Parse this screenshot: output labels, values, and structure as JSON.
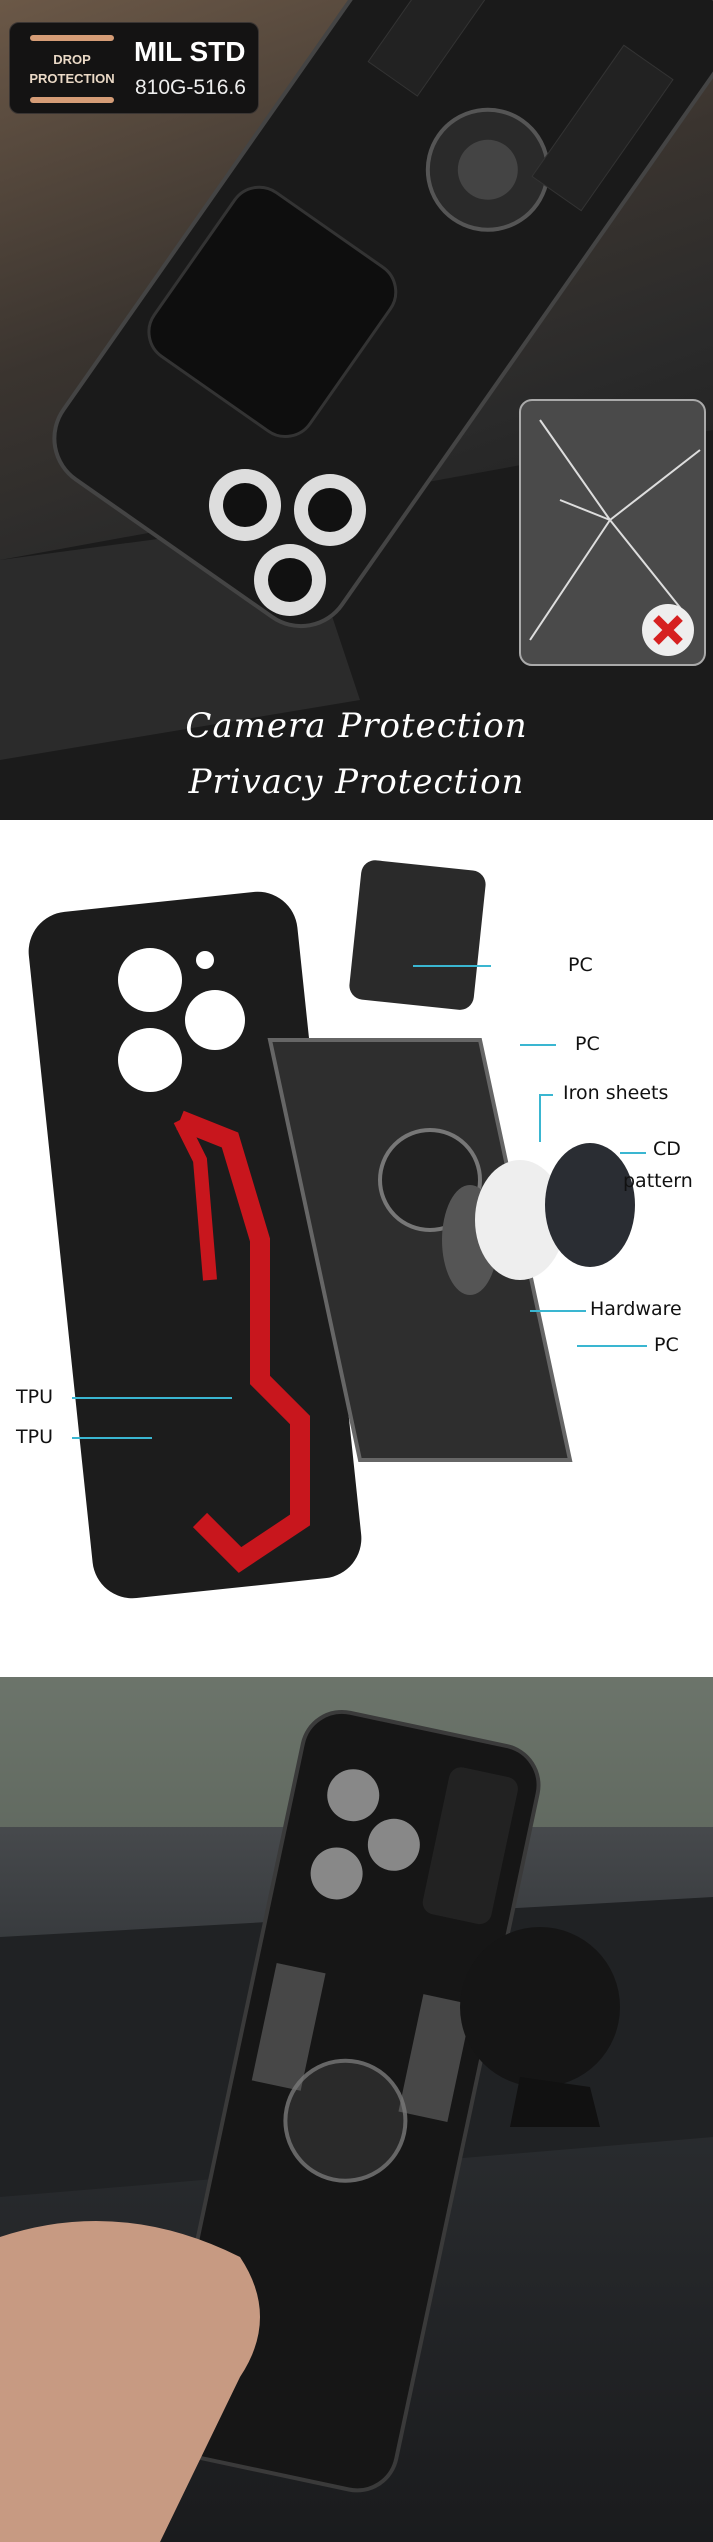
{
  "badge": {
    "drop": "DROP",
    "protection": "PROTECTION",
    "mil_std": "MIL STD",
    "code": "810G-516.6"
  },
  "captions": {
    "line1": "Camera Protection",
    "line2": "Privacy Protection"
  },
  "labels": {
    "pc1": "PC",
    "pc2": "PC",
    "iron": "Iron sheets",
    "cd1": "CD",
    "cd2": "pattern",
    "hardware": "Hardware",
    "pc3": "PC",
    "tpu1": "TPU",
    "tpu2": "TPU"
  },
  "colors": {
    "accent_line": "#3ab6d1",
    "tpu_red": "#c8161d",
    "badge_copper": "#d59c76",
    "fail_x": "#d62020"
  }
}
